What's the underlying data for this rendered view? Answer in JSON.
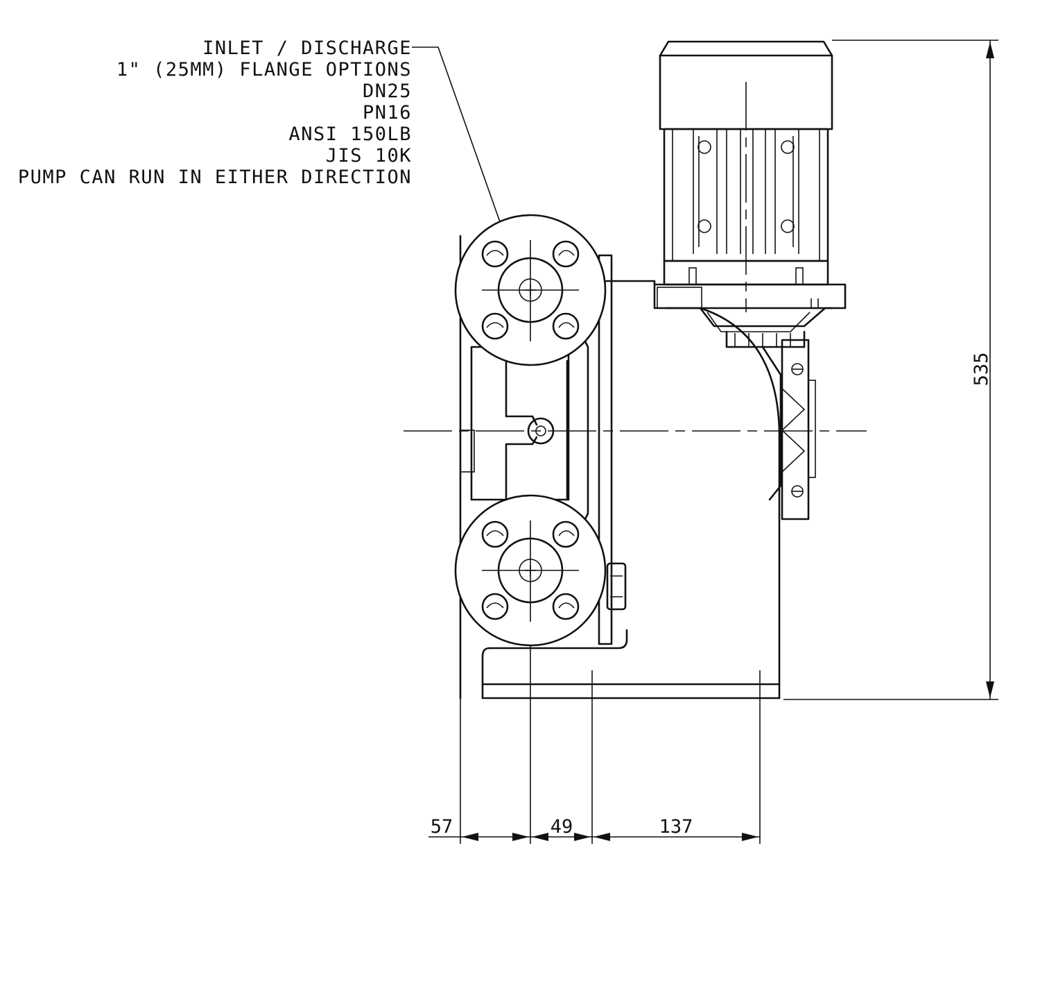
{
  "notes": {
    "lines": [
      "INLET / DISCHARGE",
      "1\" (25MM) FLANGE OPTIONS",
      "DN25",
      "PN16",
      "ANSI 150LB",
      "JIS 10K",
      "PUMP CAN RUN IN EITHER DIRECTION"
    ]
  },
  "dimensions": {
    "height": "535",
    "d1": "57",
    "d2": "49",
    "d3": "137"
  }
}
